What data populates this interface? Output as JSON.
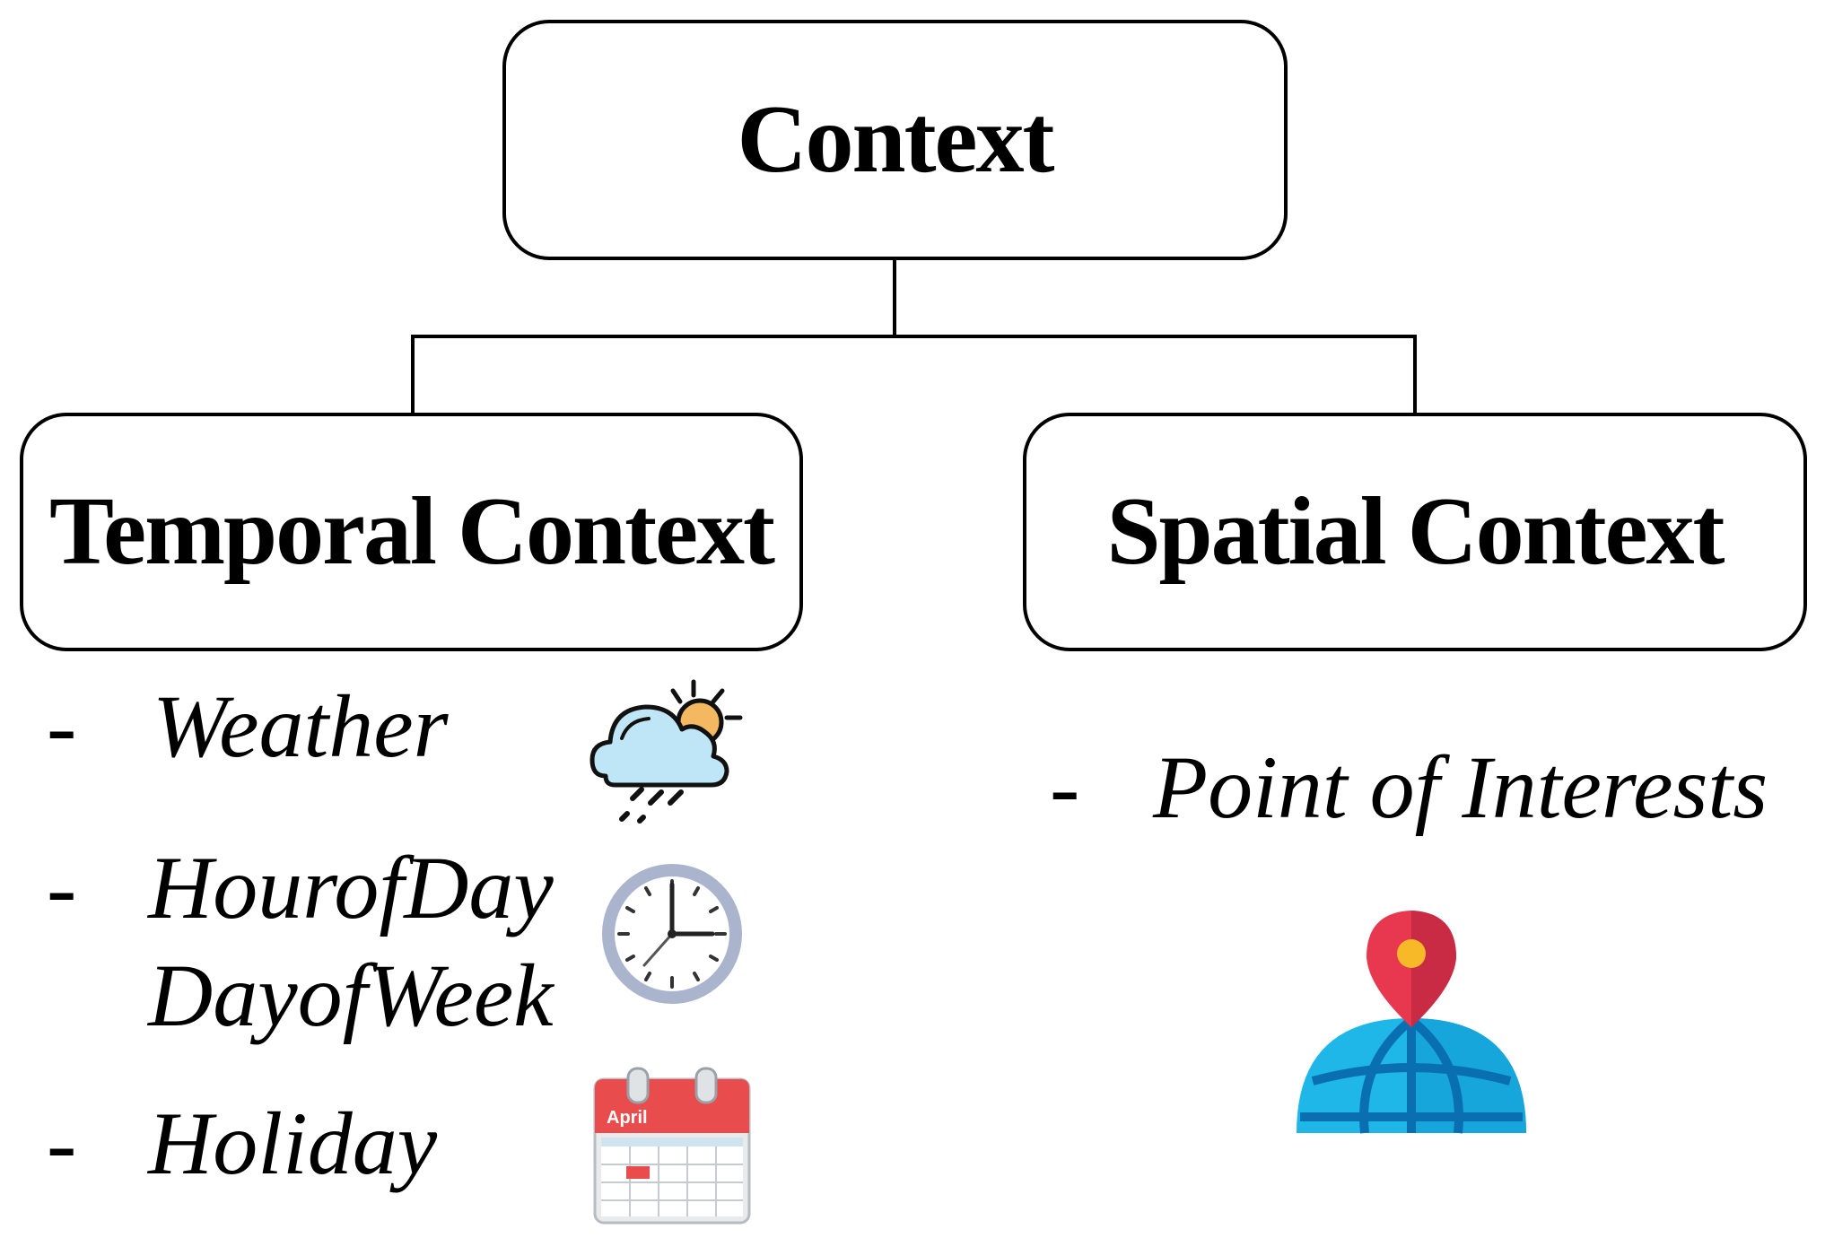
{
  "diagram": {
    "root": {
      "label": "Context"
    },
    "children": [
      {
        "label": "Temporal Context",
        "items": [
          {
            "dash": "-",
            "text": "Weather",
            "icon": "weather-rain-sun-icon"
          },
          {
            "dash": "-",
            "text": "HourofDay",
            "icon": "clock-icon"
          },
          {
            "dash": "",
            "text": "DayofWeek"
          },
          {
            "dash": "-",
            "text": "Holiday",
            "icon": "calendar-icon",
            "icon_text": "April"
          }
        ]
      },
      {
        "label": "Spatial Context",
        "items": [
          {
            "dash": "-",
            "text": "Point of Interests",
            "icon": "globe-location-pin-icon"
          }
        ]
      }
    ],
    "colors": {
      "cloud": "#bfe6f6",
      "sun": "#f4b860",
      "clock_rim": "#aab4cc",
      "calendar_red": "#e84c4c",
      "pin_red": "#e8384f",
      "pin_dot": "#f7b928",
      "globe_blue": "#1fb6e8",
      "globe_dark": "#0a8fd6"
    }
  }
}
